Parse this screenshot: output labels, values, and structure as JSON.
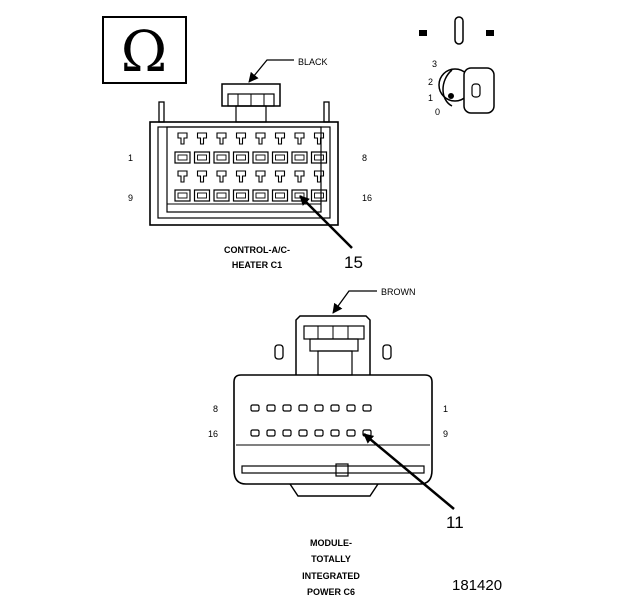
{
  "legend_symbol": "Ω",
  "ignition_key": {
    "positions": [
      "3",
      "2",
      "1",
      "0"
    ]
  },
  "connector_c1": {
    "color_label": "BLACK",
    "pin_start_top": "1",
    "pin_end_top": "8",
    "pin_start_bottom": "9",
    "pin_end_bottom": "16",
    "name_line1": "CONTROL-A/C-",
    "name_line2": "HEATER C1",
    "callout": "15"
  },
  "connector_c6": {
    "color_label": "BROWN",
    "pin_start_top": "8",
    "pin_end_top": "1",
    "pin_start_bottom": "16",
    "pin_end_bottom": "9",
    "name_line1": "MODULE-",
    "name_line2": "TOTALLY",
    "name_line3": "INTEGRATED",
    "name_line4": "POWER C6",
    "callout": "11"
  },
  "figure_id": "181420"
}
